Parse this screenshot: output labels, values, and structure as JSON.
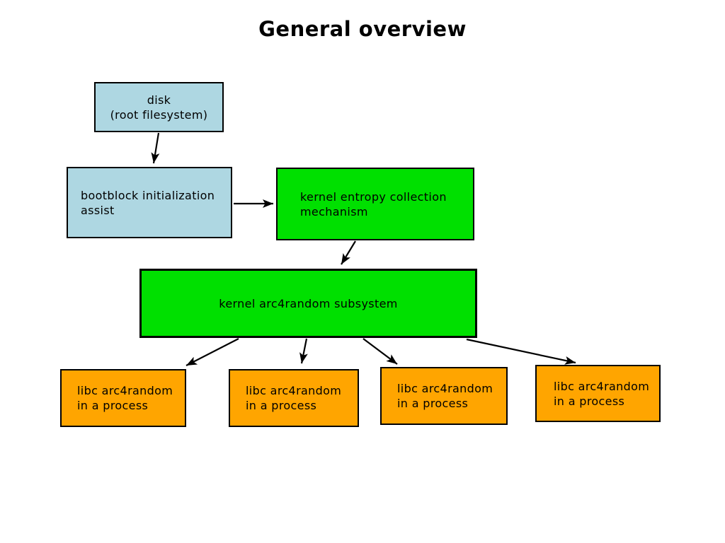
{
  "title": "General overview",
  "colors": {
    "background": "#ffffff",
    "blue": "#aed7e2",
    "green": "#00e000",
    "orange": "#ffa500",
    "border": "#000000",
    "arrow": "#000000",
    "text": "#000000",
    "title_text": "#000000"
  },
  "diagram": {
    "nodes": {
      "disk": {
        "lines": [
          "disk",
          "(root filesystem)"
        ]
      },
      "bootblock": {
        "lines": [
          "bootblock initialization",
          "assist"
        ]
      },
      "entropy": {
        "lines": [
          "kernel entropy collection",
          "mechanism"
        ]
      },
      "subsystem": {
        "lines": [
          "kernel arc4random subsystem"
        ]
      },
      "libc": [
        {
          "lines": [
            "libc arc4random",
            "in a process"
          ]
        },
        {
          "lines": [
            "libc arc4random",
            "in a process"
          ]
        },
        {
          "lines": [
            "libc arc4random",
            "in a process"
          ]
        },
        {
          "lines": [
            "libc arc4random",
            "in a process"
          ]
        }
      ]
    },
    "edges": [
      {
        "from": "disk",
        "to": "bootblock"
      },
      {
        "from": "bootblock",
        "to": "entropy"
      },
      {
        "from": "entropy",
        "to": "subsystem"
      },
      {
        "from": "subsystem",
        "to": "libc-1"
      },
      {
        "from": "subsystem",
        "to": "libc-2"
      },
      {
        "from": "subsystem",
        "to": "libc-3"
      },
      {
        "from": "subsystem",
        "to": "libc-4"
      }
    ]
  }
}
